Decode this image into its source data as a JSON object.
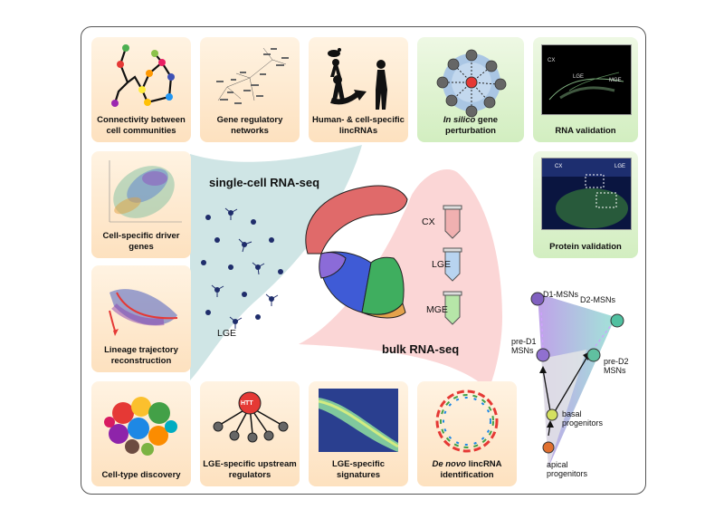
{
  "panels": {
    "connectivity": "Connectivity between cell communities",
    "gene_regulatory": "Gene regulatory networks",
    "lincrnas": "Human- & cell-specific lincRNAs",
    "in_silico_italic": "In silico",
    "in_silico_rest": " gene perturbation",
    "rna_validation": "RNA validation",
    "driver_genes": "Cell-specific driver genes",
    "lineage": "Lineage trajectory reconstruction",
    "protein_validation": "Protein validation",
    "cell_type": "Cell-type discovery",
    "upstream": "LGE-specific upstream regulators",
    "signatures": "LGE-specific signatures",
    "de_novo_italic": "De novo",
    "de_novo_rest": " lincRNA identification"
  },
  "center": {
    "single_cell": "single-cell RNA-seq",
    "bulk": "bulk RNA-seq",
    "lge_left": "LGE",
    "tube_cx": "CX",
    "tube_lge": "LGE",
    "tube_mge": "MGE"
  },
  "images": {
    "rna_cx": "CX",
    "rna_lge": "LGE",
    "rna_mge": "MGE",
    "protein_cx": "CX",
    "protein_lge": "LGE",
    "htt": "HTT"
  },
  "lineage": {
    "d1": "D1-MSNs",
    "d2": "D2-MSNs",
    "pre_d1_line1": "pre-D1",
    "pre_d1_line2": "MSNs",
    "pre_d2_line1": "pre-D2",
    "pre_d2_line2": "MSNs",
    "basal_line1": "basal",
    "basal_line2": "progenitors",
    "apical_line1": "apical",
    "apical_line2": "progenitors"
  },
  "colors": {
    "panel_orange": "#fde1bf",
    "panel_green": "#d2eec0",
    "teal_shape": "#c9e3e3",
    "pink_shape": "#fbd3d3",
    "cx": "#e86a6a",
    "striatum_blue": "#3f5bd6",
    "striatum_purple": "#8b6bd8",
    "lge_green": "#3fae5f",
    "mge_orange": "#e4a24c"
  }
}
